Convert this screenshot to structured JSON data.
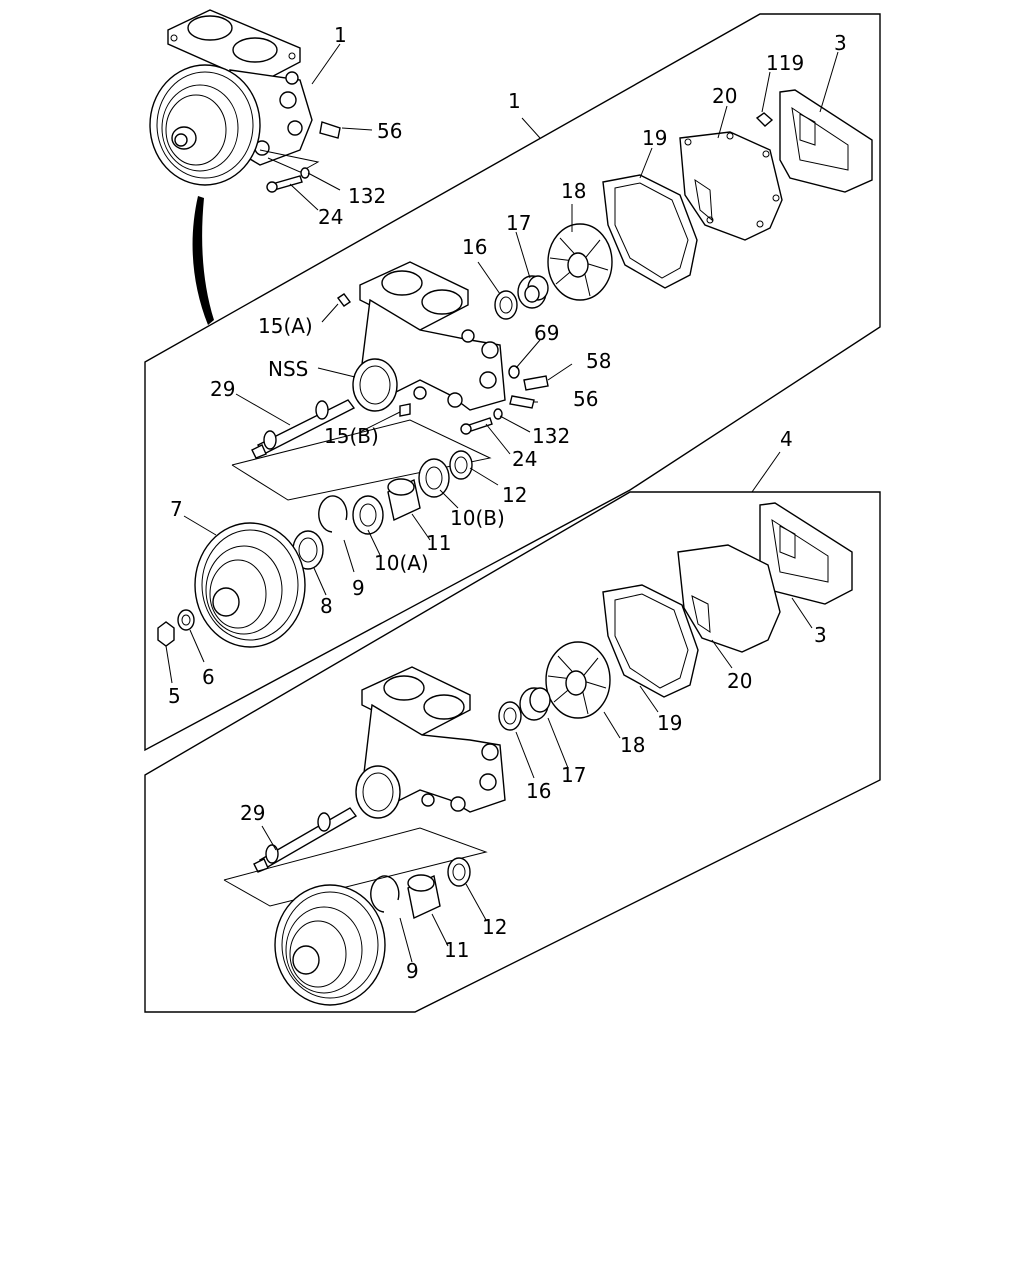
{
  "callouts": {
    "top_assembly": {
      "c1": "1",
      "c56": "56",
      "c132": "132",
      "c24": "24"
    },
    "assembly_1": {
      "c1": "1",
      "c3": "3",
      "c119": "119",
      "c20": "20",
      "c19": "19",
      "c18": "18",
      "c17": "17",
      "c16": "16",
      "c15a": "15(A)",
      "c69": "69",
      "c58": "58",
      "cnss": "NSS",
      "c56": "56",
      "c29": "29",
      "c15b": "15(B)",
      "c132": "132",
      "c24": "24",
      "c12": "12",
      "c7": "7",
      "c10b": "10(B)",
      "c11": "11",
      "c10a": "10(A)",
      "c9": "9",
      "c8": "8",
      "c6": "6",
      "c5": "5"
    },
    "assembly_4": {
      "c4": "4",
      "c3": "3",
      "c20": "20",
      "c19": "19",
      "c18": "18",
      "c17": "17",
      "c16": "16",
      "c29": "29",
      "c12": "12",
      "c11": "11",
      "c9": "9"
    }
  }
}
